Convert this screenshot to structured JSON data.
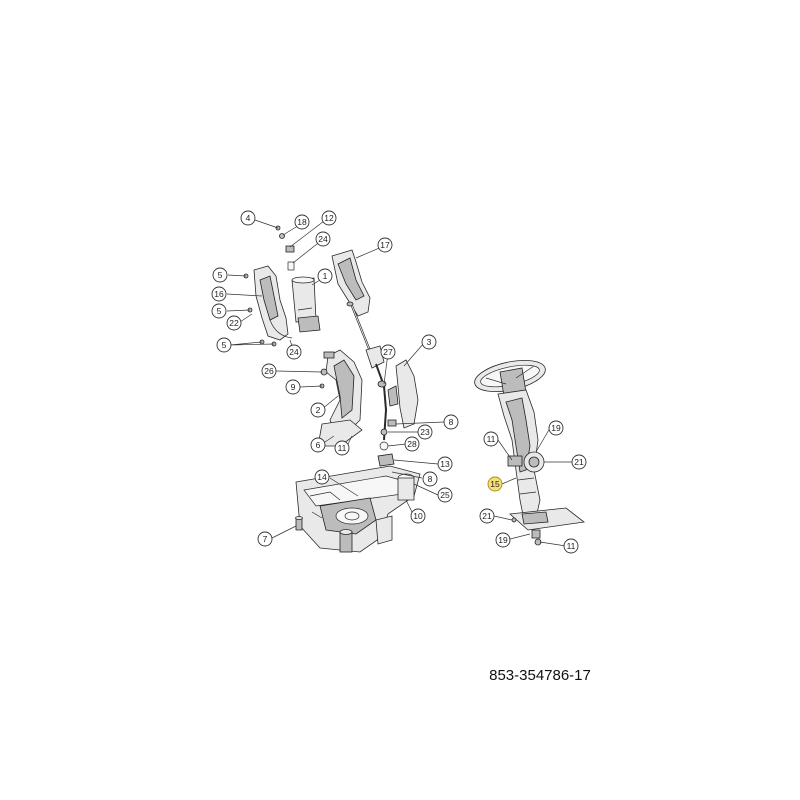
{
  "document": {
    "part_number": "853-354786-17"
  },
  "callouts": [
    {
      "label": "4"
    },
    {
      "label": "18"
    },
    {
      "label": "12"
    },
    {
      "label": "24"
    },
    {
      "label": "17"
    },
    {
      "label": "5"
    },
    {
      "label": "1"
    },
    {
      "label": "16"
    },
    {
      "label": "5"
    },
    {
      "label": "22"
    },
    {
      "label": "5"
    },
    {
      "label": "24"
    },
    {
      "label": "26"
    },
    {
      "label": "9"
    },
    {
      "label": "2"
    },
    {
      "label": "27"
    },
    {
      "label": "3"
    },
    {
      "label": "6"
    },
    {
      "label": "11"
    },
    {
      "label": "8"
    },
    {
      "label": "23"
    },
    {
      "label": "28"
    },
    {
      "label": "13"
    },
    {
      "label": "8"
    },
    {
      "label": "25"
    },
    {
      "label": "14"
    },
    {
      "label": "10"
    },
    {
      "label": "7"
    },
    {
      "label": "11"
    },
    {
      "label": "19"
    },
    {
      "label": "21"
    },
    {
      "label": "15"
    },
    {
      "label": "21"
    },
    {
      "label": "19"
    },
    {
      "label": "11"
    }
  ],
  "colors": {
    "highlight_fill": "#f3e07a",
    "line": "#2a2a2a"
  }
}
